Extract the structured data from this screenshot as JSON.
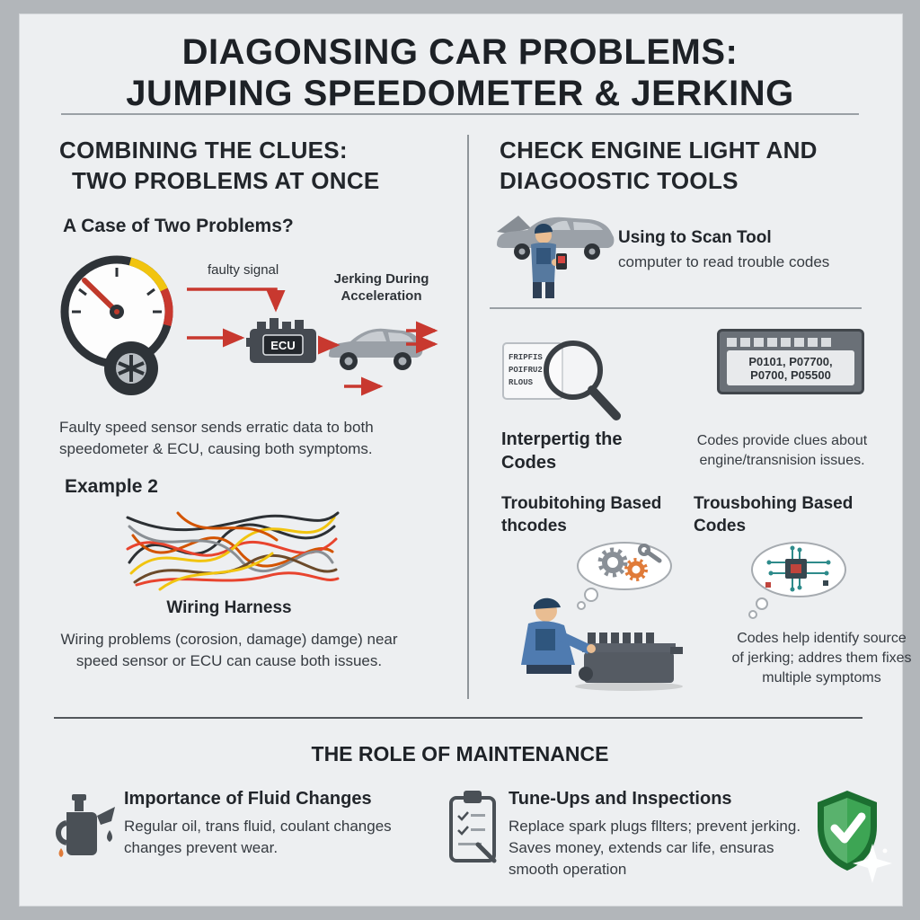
{
  "colors": {
    "accent_red": "#c8382f",
    "gauge_yellow": "#f1c40f",
    "shield_green": "#3da554",
    "panel_dark": "#6a7077",
    "frame_gray": "#b2b6ba"
  },
  "title": {
    "line1": "DIAGONSING CAR PROBLEMS:",
    "line2": "JUMPING SPEEDOMETER & JERKING"
  },
  "left": {
    "heading1": "COMBINING THE CLUES:",
    "heading2": "TWO PROBLEMS AT ONCE",
    "case_question": "A Case of Two Problems?",
    "faulty_signal": "faulty signal",
    "jerking1": "Jerking During",
    "jerking2": "Acceleration",
    "ecu": "ECU",
    "sensor_text": "Faulty speed sensor sends erratic data to both speedometer & ECU, causing both symptoms.",
    "example": "Example 2",
    "wiring_title": "Wiring Harness",
    "wiring_text": "Wiring problems (corosion, damage) damge) near speed sensor or ECU can cause both issues."
  },
  "right": {
    "heading1": "CHECK ENGINE LIGHT AND",
    "heading2": "DIAGOOSTIC TOOLS",
    "scan_title": "Using to Scan Tool",
    "scan_text": "computer to read trouble codes",
    "mag_line1": "FRIPFIS",
    "mag_line2": "POIFRU2",
    "mag_line3": "RLOUS",
    "panel_line1": "P0101, P07700,",
    "panel_line2": "P0700, P05500",
    "interpret1": "Interpertig the",
    "interpret2": "Codes",
    "codes_clues": "Codes provide clues about engine/transnision issues.",
    "trouble_left1": "Troubitohing Based",
    "trouble_left2": "thcodes",
    "trouble_right1": "Trousbohing Based",
    "trouble_right2": "Codes",
    "codes_help": "Codes help identify source of jerking; addres them fixes multiple symptoms"
  },
  "maintenance": {
    "heading": "THE ROLE OF MAINTENANCE",
    "fluid_title": "Importance of Fluid Changes",
    "fluid_text": "Regular oil, trans fluid, coulant changes changes prevent wear.",
    "tune_title": "Tune-Ups and Inspections",
    "tune_text": "Replace spark plugs fllters; prevent jerking. Saves money, extends car life, ensuras smooth operation"
  }
}
